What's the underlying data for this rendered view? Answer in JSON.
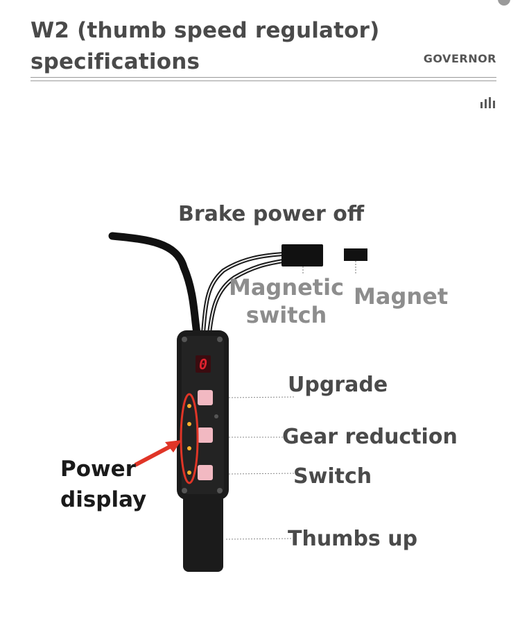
{
  "header": {
    "title": "W2 (thumb speed regulator) specifications",
    "tagline": "GOVERNOR"
  },
  "labels": {
    "brake_power_off": "Brake power off",
    "magnetic_switch": "Magnetic switch",
    "magnet": "Magnet",
    "upgrade": "Upgrade",
    "gear_reduction": "Gear reduction",
    "switch": "Switch",
    "thumbs_up": "Thumbs up",
    "power_display": "Power display"
  },
  "device": {
    "display_digit": "0",
    "power_led_count": 4,
    "colors": {
      "body": "#1b1b1b",
      "led_display": "#e0222e",
      "power_led": "#ffb02e",
      "button": "#f2b9c2",
      "callout_arrow": "#e03527"
    }
  }
}
